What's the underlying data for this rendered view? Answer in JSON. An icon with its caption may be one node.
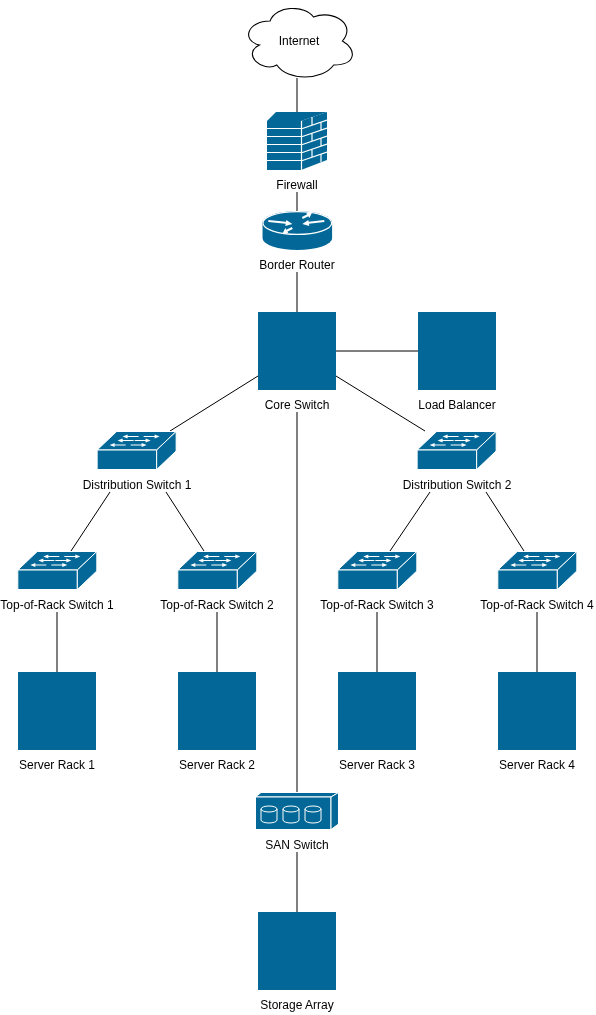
{
  "diagram": {
    "nodes": [
      {
        "text": [
          "Internet"
        ]
      },
      {
        "text": [
          "Firewall"
        ]
      },
      {
        "text": [
          "Border Router"
        ]
      },
      {
        "text": [
          "Core Switch"
        ]
      },
      {
        "text": [
          "Load Balancer"
        ]
      },
      {
        "text": [
          "Distribution Switch 1"
        ]
      },
      {
        "text": [
          "Distribution Switch 2"
        ]
      },
      {
        "text": [
          "Top-of-Rack Switch 1"
        ]
      },
      {
        "text": [
          "Top-of-Rack Switch 2"
        ]
      },
      {
        "text": [
          "Top-of-Rack Switch 3"
        ]
      },
      {
        "text": [
          "Top-of-Rack Switch 4"
        ]
      },
      {
        "text": [
          "Server Rack 1"
        ]
      },
      {
        "text": [
          "Server Rack 2"
        ]
      },
      {
        "text": [
          "Server Rack 3"
        ]
      },
      {
        "text": [
          "Server Rack 4"
        ]
      },
      {
        "text": [
          "SAN Switch"
        ]
      },
      {
        "text": [
          "Storage Array"
        ]
      }
    ],
    "edges": [
      {
        "from": 0,
        "to": 1,
        "arrow": "none"
      },
      {
        "from": 1,
        "to": 2,
        "arrow": "none"
      },
      {
        "from": 2,
        "to": 3,
        "arrow": "none"
      },
      {
        "from": 3,
        "to": 4,
        "arrow": "none"
      },
      {
        "from": 3,
        "to": 5,
        "arrow": "none"
      },
      {
        "from": 3,
        "to": 6,
        "arrow": "none"
      },
      {
        "from": 5,
        "to": 7,
        "arrow": "none"
      },
      {
        "from": 5,
        "to": 8,
        "arrow": "none"
      },
      {
        "from": 6,
        "to": 9,
        "arrow": "none"
      },
      {
        "from": 6,
        "to": 10,
        "arrow": "none"
      },
      {
        "from": 7,
        "to": 11,
        "arrow": "none"
      },
      {
        "from": 8,
        "to": 12,
        "arrow": "none"
      },
      {
        "from": 9,
        "to": 13,
        "arrow": "none"
      },
      {
        "from": 10,
        "to": 14,
        "arrow": "none"
      },
      {
        "from": 3,
        "to": 15,
        "arrow": "none"
      },
      {
        "from": 15,
        "to": 16,
        "arrow": "none"
      }
    ]
  }
}
